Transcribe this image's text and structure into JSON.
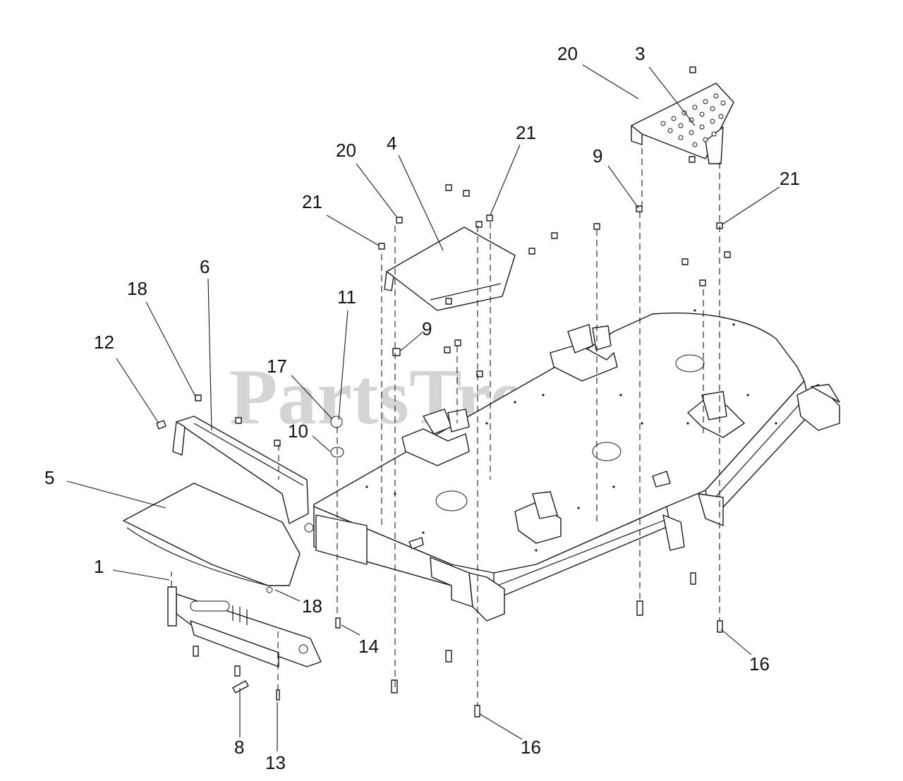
{
  "watermark": {
    "brand": "PartsTree",
    "trademark": "TM"
  },
  "callouts": [
    {
      "id": "c1",
      "label": "1"
    },
    {
      "id": "c3",
      "label": "3"
    },
    {
      "id": "c4",
      "label": "4"
    },
    {
      "id": "c5",
      "label": "5"
    },
    {
      "id": "c6",
      "label": "6"
    },
    {
      "id": "c8",
      "label": "8"
    },
    {
      "id": "c9a",
      "label": "9"
    },
    {
      "id": "c9b",
      "label": "9"
    },
    {
      "id": "c10",
      "label": "10"
    },
    {
      "id": "c11",
      "label": "11"
    },
    {
      "id": "c12",
      "label": "12"
    },
    {
      "id": "c13",
      "label": "13"
    },
    {
      "id": "c14",
      "label": "14"
    },
    {
      "id": "c16a",
      "label": "16"
    },
    {
      "id": "c16b",
      "label": "16"
    },
    {
      "id": "c17",
      "label": "17"
    },
    {
      "id": "c18a",
      "label": "18"
    },
    {
      "id": "c18b",
      "label": "18"
    },
    {
      "id": "c20a",
      "label": "20"
    },
    {
      "id": "c20b",
      "label": "20"
    },
    {
      "id": "c21a",
      "label": "21"
    },
    {
      "id": "c21b",
      "label": "21"
    },
    {
      "id": "c21c",
      "label": "21"
    }
  ]
}
